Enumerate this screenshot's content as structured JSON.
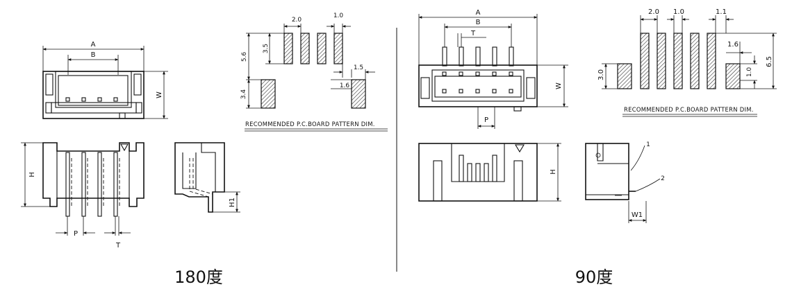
{
  "left": {
    "caption": "180度",
    "dims": {
      "A": "A",
      "B": "B",
      "W": "W",
      "H": "H",
      "P": "P",
      "T": "T",
      "H1": "H1"
    },
    "pcb": {
      "d_2_0": "2.0",
      "d_1_0": "1.0",
      "d_3_5": "3.5",
      "d_5_6": "5.6",
      "d_1_5": "1.5",
      "d_1_6": "1.6",
      "d_3_4": "3.4",
      "note": "RECOMMENDED P.C.BOARD PATTERN DIM."
    }
  },
  "right": {
    "caption": "90度",
    "dims": {
      "A": "A",
      "B": "B",
      "T": "T",
      "W": "W",
      "P": "P",
      "H": "H",
      "W1": "W1",
      "callout_1": "1",
      "callout_2": "2"
    },
    "pcb": {
      "d_2_0": "2.0",
      "d_1_0_top": "1.0",
      "d_1_1": "1.1",
      "d_1_6": "1.6",
      "d_6_5": "6.5",
      "d_1_0_side": "1.0",
      "d_3_0": "3.0",
      "note": "RECOMMENDED P.C.BOARD PATTERN DIM."
    }
  }
}
